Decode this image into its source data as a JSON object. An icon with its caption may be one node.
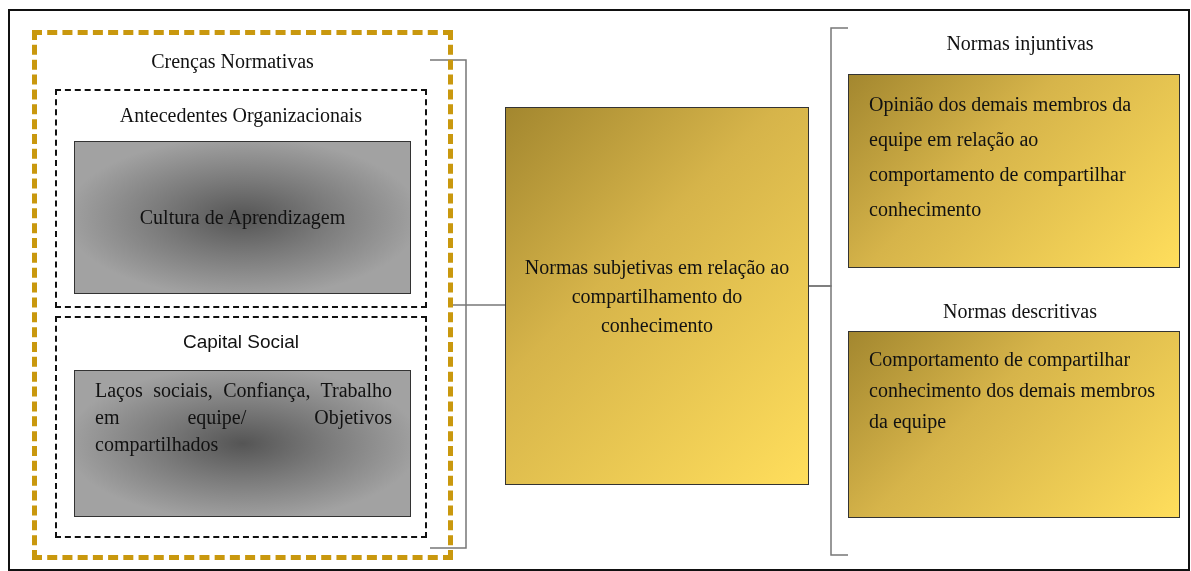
{
  "diagram": {
    "nodes": [
      {
        "text": [
          "Crenças Normativas"
        ]
      },
      {
        "text": [
          "Antecedentes Organizacionais"
        ],
        "in": 0
      },
      {
        "text": [
          "Cultura de Aprendizagem"
        ],
        "in": 1
      },
      {
        "text": [
          "Capital Social"
        ],
        "in": 0
      },
      {
        "text": [
          "Laços sociais, Confiança, Trabalho em equipe/ Objetivos compartilhados"
        ],
        "in": 3
      },
      {
        "text": [
          "Normas subjetivas em relação ao compartilhamento do conhecimento"
        ]
      },
      {
        "text": [
          "Normas injuntivas",
          "Opinião dos demais membros da equipe em relação ao comportamento de compartilhar conhecimento"
        ]
      },
      {
        "text": [
          "Normas descritivas",
          "Comportamento de compartilhar conhecimento dos demais membros da equipe"
        ]
      }
    ],
    "edges": [
      {
        "from": 0,
        "to": 5,
        "arrow": "none"
      },
      {
        "from": 5,
        "to": 6,
        "arrow": "none"
      },
      {
        "from": 5,
        "to": 7,
        "arrow": "none"
      }
    ]
  }
}
